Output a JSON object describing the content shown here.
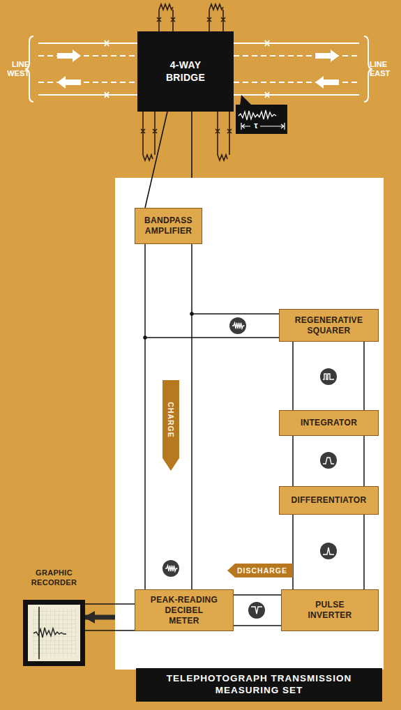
{
  "diagram": {
    "nodes": [
      {
        "text": [
          "4-WAY BRIDGE"
        ]
      },
      {
        "text": [
          "BANDPASS AMPLIFIER"
        ]
      },
      {
        "text": [
          "REGENERATIVE SQUARER"
        ]
      },
      {
        "text": [
          "INTEGRATOR"
        ]
      },
      {
        "text": [
          "DIFFERENTIATOR"
        ]
      },
      {
        "text": [
          "PULSE INVERTER"
        ]
      },
      {
        "text": [
          "PEAK-READING DECIBEL METER"
        ]
      },
      {
        "text": [
          "GRAPHIC RECORDER"
        ]
      },
      {
        "text": [
          "TELEPHOTOGRAPH TRANSMISSION MEASURING SET"
        ]
      }
    ],
    "edges": [
      {
        "from": 0,
        "to": 1,
        "arrow": "to"
      },
      {
        "from": 1,
        "to": 2,
        "arrow": "to"
      },
      {
        "from": 2,
        "to": 3,
        "arrow": "to"
      },
      {
        "from": 3,
        "to": 4,
        "arrow": "to"
      },
      {
        "from": 4,
        "to": 5,
        "arrow": "to"
      },
      {
        "from": 5,
        "to": 6,
        "arrow": "to",
        "label": "DISCHARGE"
      },
      {
        "from": 1,
        "to": 6,
        "arrow": "to",
        "label": "CHARGE"
      },
      {
        "from": 6,
        "to": 7,
        "arrow": "to"
      }
    ],
    "labels": [
      "LINE WEST",
      "LINE EAST",
      "τ"
    ]
  }
}
